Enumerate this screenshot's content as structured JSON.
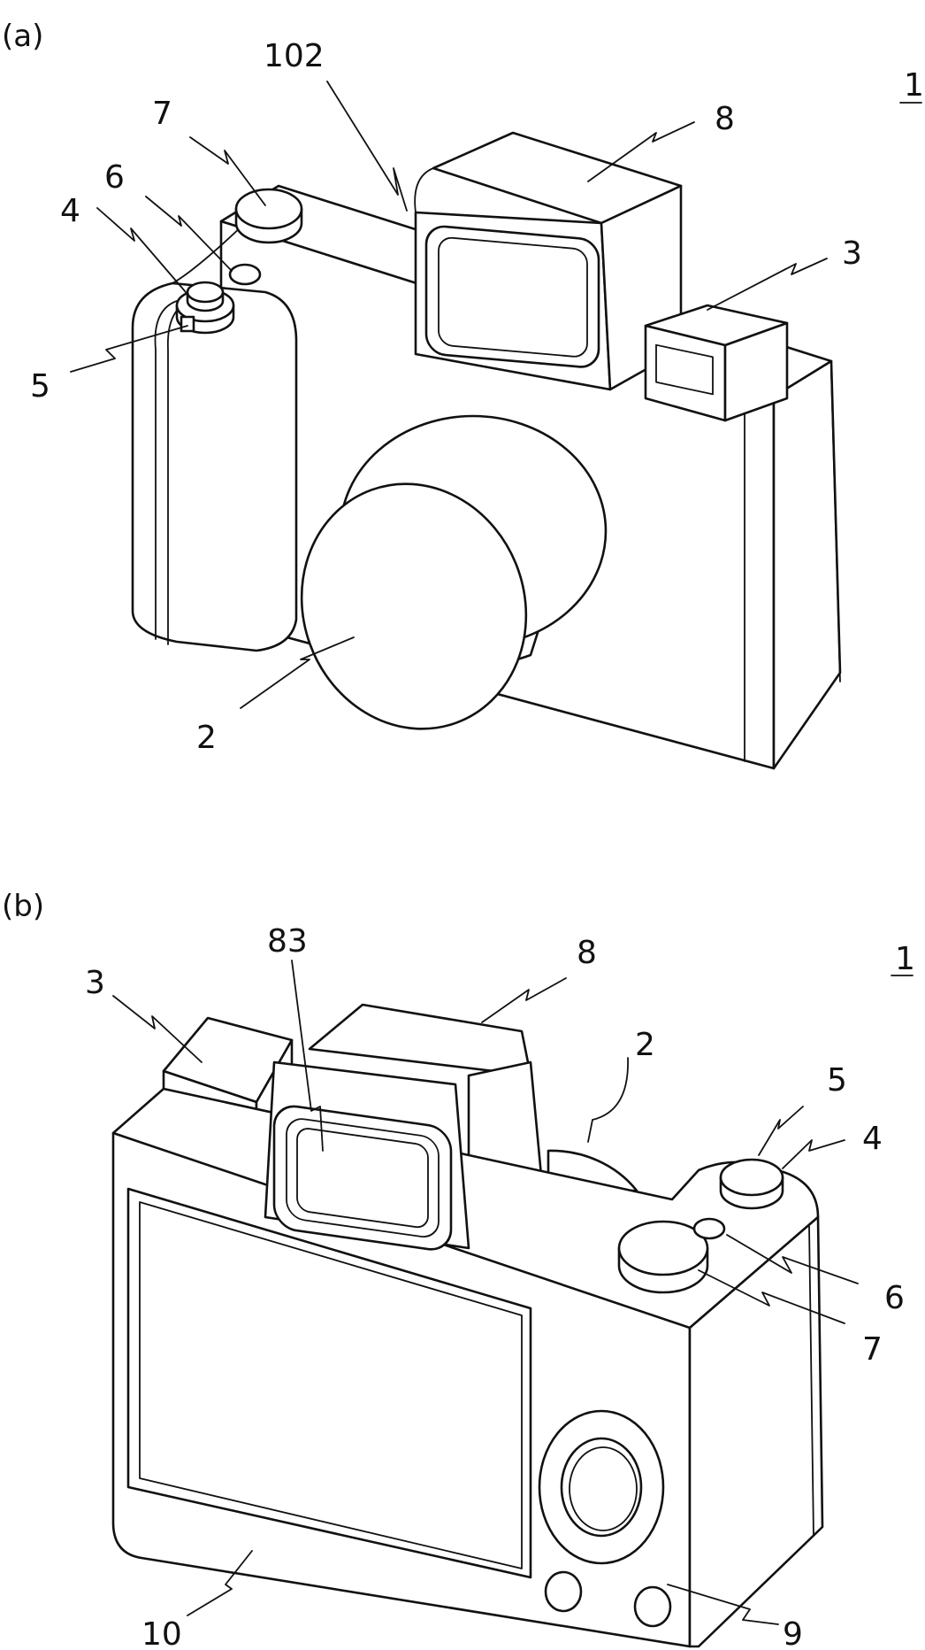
{
  "panels": [
    {
      "label": "(a)",
      "ref": "1"
    },
    {
      "label": "(b)",
      "ref": "1"
    }
  ],
  "callouts_a": {
    "c102": "102",
    "c8": "8",
    "c7": "7",
    "c6": "6",
    "c4": "4",
    "c3": "3",
    "c5": "5",
    "c2": "2"
  },
  "callouts_b": {
    "c83": "83",
    "c8": "8",
    "c3": "3",
    "c2": "2",
    "c5": "5",
    "c4": "4",
    "c6": "6",
    "c7": "7",
    "c10": "10",
    "c9": "9"
  }
}
